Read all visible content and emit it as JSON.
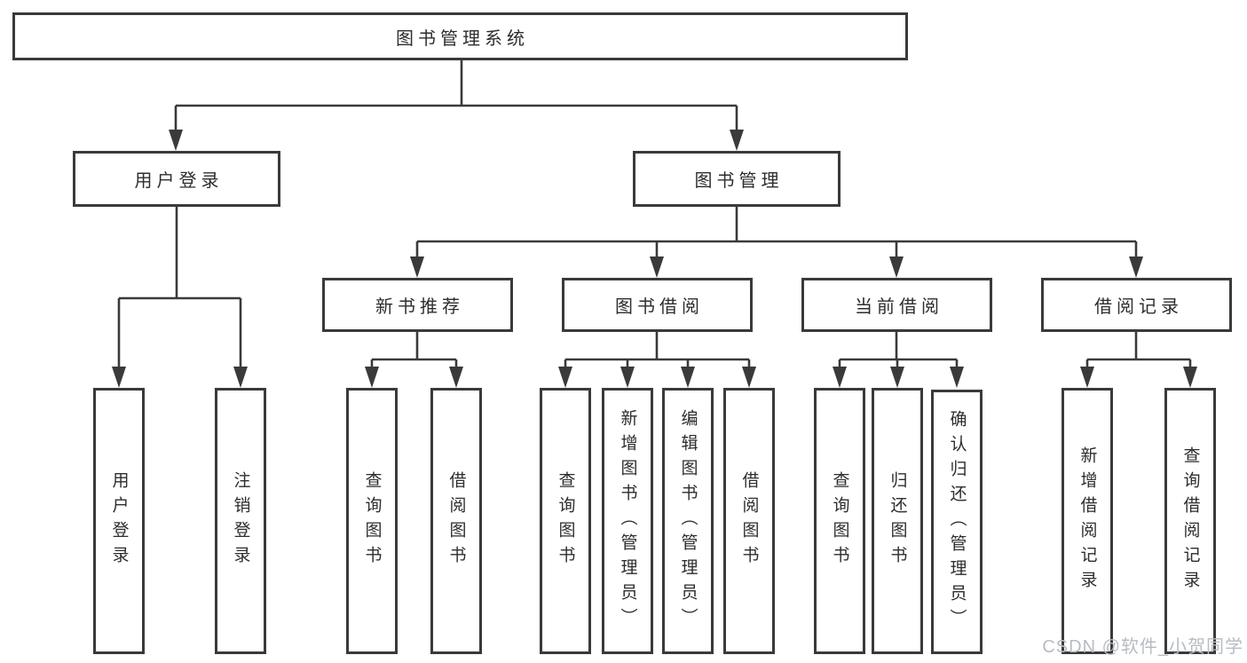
{
  "colors": {
    "line": "#3a3a3a",
    "box_border": "#3a3a3a",
    "box_background": "#ffffff",
    "text": "#2d2d2d",
    "watermark": "#b7bcc4"
  },
  "tree": {
    "root": {
      "label": "图书管理系统"
    },
    "children": [
      {
        "label": "用户登录",
        "children": [
          {
            "label": "用户登录"
          },
          {
            "label": "注销登录"
          }
        ]
      },
      {
        "label": "图书管理",
        "children": [
          {
            "label": "新书推荐",
            "children": [
              {
                "label": "查询图书"
              },
              {
                "label": "借阅图书"
              }
            ]
          },
          {
            "label": "图书借阅",
            "children": [
              {
                "label": "查询图书"
              },
              {
                "label": "新增图书（管理员）"
              },
              {
                "label": "编辑图书（管理员）"
              },
              {
                "label": "借阅图书"
              }
            ]
          },
          {
            "label": "当前借阅",
            "children": [
              {
                "label": "查询图书"
              },
              {
                "label": "归还图书"
              },
              {
                "label": "确认归还（管理员）"
              }
            ]
          },
          {
            "label": "借阅记录",
            "children": [
              {
                "label": "新增借阅记录"
              },
              {
                "label": "查询借阅记录"
              }
            ]
          }
        ]
      }
    ]
  },
  "watermark": "CSDN @软件_小贺同学"
}
